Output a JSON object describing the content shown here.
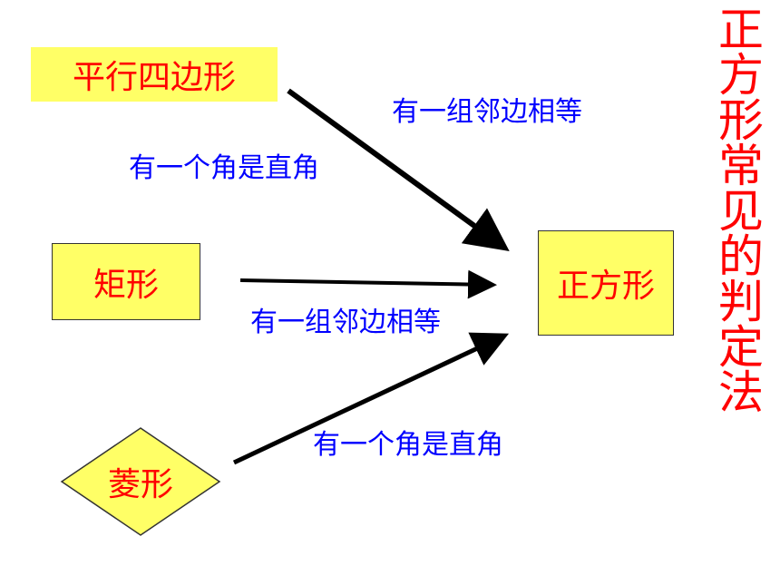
{
  "shapes": {
    "parallelogram": "平行四边形",
    "rectangle": "矩形",
    "rhombus": "菱形",
    "square": "正方形"
  },
  "conditions": {
    "parallelogram_adjacent_equal": "有一组邻边相等",
    "parallelogram_right_angle": "有一个角是直角",
    "rectangle_adjacent_equal": "有一组邻边相等",
    "rhombus_right_angle": "有一个角是直角"
  },
  "side_title": "正方形常见的判定法",
  "colors": {
    "box_fill": "#ffff66",
    "shape_text": "#ff0000",
    "condition_text": "#0000ff",
    "arrow": "#000000"
  }
}
